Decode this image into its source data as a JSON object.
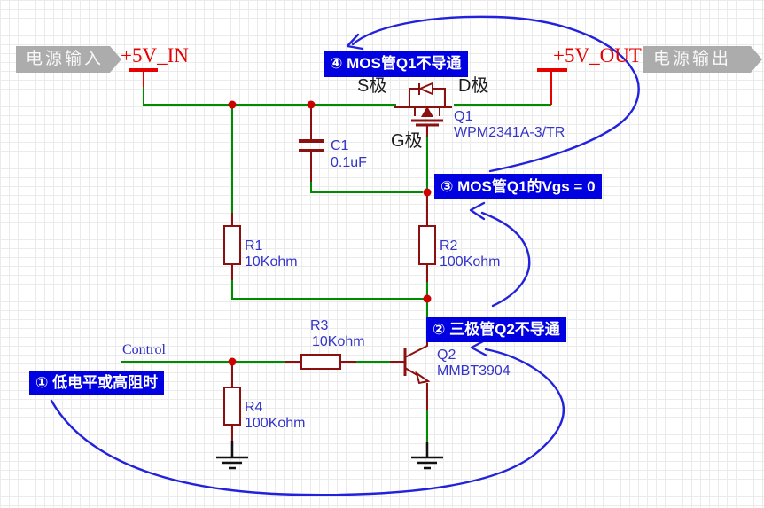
{
  "badges": {
    "input": "电源输入",
    "output": "电源输出"
  },
  "nets": {
    "vin": "+5V_IN",
    "vout": "+5V_OUT",
    "control": "Control"
  },
  "mosfet_pins": {
    "s": "S极",
    "d": "D极",
    "g": "G极"
  },
  "components": {
    "q1": {
      "designator": "Q1",
      "value": "WPM2341A-3/TR"
    },
    "q2": {
      "designator": "Q2",
      "value": "MMBT3904"
    },
    "c1": {
      "designator": "C1",
      "value": "0.1uF"
    },
    "r1": {
      "designator": "R1",
      "value": "10Kohm"
    },
    "r2": {
      "designator": "R2",
      "value": "100Kohm"
    },
    "r3": {
      "designator": "R3",
      "value": "10Kohm"
    },
    "r4": {
      "designator": "R4",
      "value": "100Kohm"
    }
  },
  "annotations": {
    "step1": "① 低电平或高阻时",
    "step2": "② 三极管Q2不导通",
    "step3": "③ MOS管Q1的Vgs = 0",
    "step4": "④ MOS管Q1不导通"
  },
  "colors": {
    "wire_green": "#008C00",
    "component_maroon": "#8B1010",
    "junction_red": "#CF0000",
    "power_red": "#E60000",
    "label_blue": "#3434C8",
    "annotation_blue": "#2222DC",
    "annotation_box_bg": "#0000E0",
    "badge_gray": "#ACACAC",
    "ground_black": "#111111"
  }
}
